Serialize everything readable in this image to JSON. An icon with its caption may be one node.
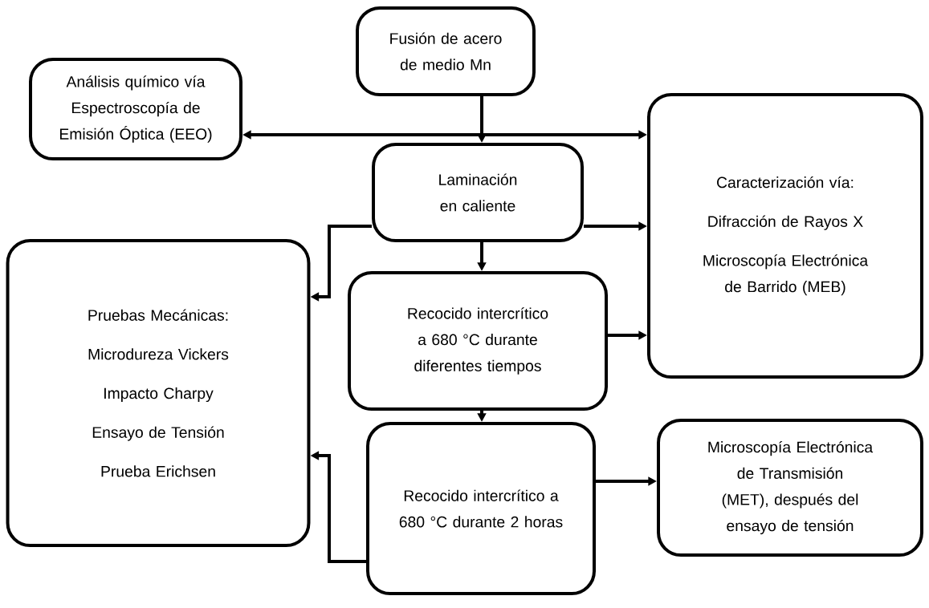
{
  "diagram": {
    "nodes": [
      {
        "text": [
          "Fusión de acero de medio Mn"
        ]
      },
      {
        "text": [
          "Análisis químico vía Espectroscopía de Emisión Óptica (EEO)"
        ]
      },
      {
        "text": [
          "Caracterización vía:",
          "Difracción de Rayos X",
          "Microscopía Electrónica de Barrido (MEB)"
        ]
      },
      {
        "text": [
          "Laminación en caliente"
        ]
      },
      {
        "text": [
          "Pruebas Mecánicas:",
          "Microdureza Vickers",
          "Impacto Charpy",
          "Ensayo de Tensión",
          "Prueba Erichsen"
        ]
      },
      {
        "text": [
          "Recocido intercrítico a 680 °C durante diferentes tiempos"
        ]
      },
      {
        "text": [
          "Microscopía Electrónica de Transmisión (MET), después del ensayo de tensión"
        ]
      },
      {
        "text": [
          "Recocido intercrítico a 680 °C durante 2 horas"
        ]
      }
    ],
    "edges": [
      {
        "from": 0,
        "to": 3,
        "arrow": "to"
      },
      {
        "from": 0,
        "to": 1,
        "arrow": "to"
      },
      {
        "from": 0,
        "to": 2,
        "arrow": "to"
      },
      {
        "from": 3,
        "to": 4,
        "arrow": "to"
      },
      {
        "from": 3,
        "to": 2,
        "arrow": "to"
      },
      {
        "from": 3,
        "to": 5,
        "arrow": "to"
      },
      {
        "from": 5,
        "to": 2,
        "arrow": "to"
      },
      {
        "from": 5,
        "to": 7,
        "arrow": "to"
      },
      {
        "from": 7,
        "to": 4,
        "arrow": "to"
      },
      {
        "from": 7,
        "to": 6,
        "arrow": "to"
      }
    ]
  }
}
